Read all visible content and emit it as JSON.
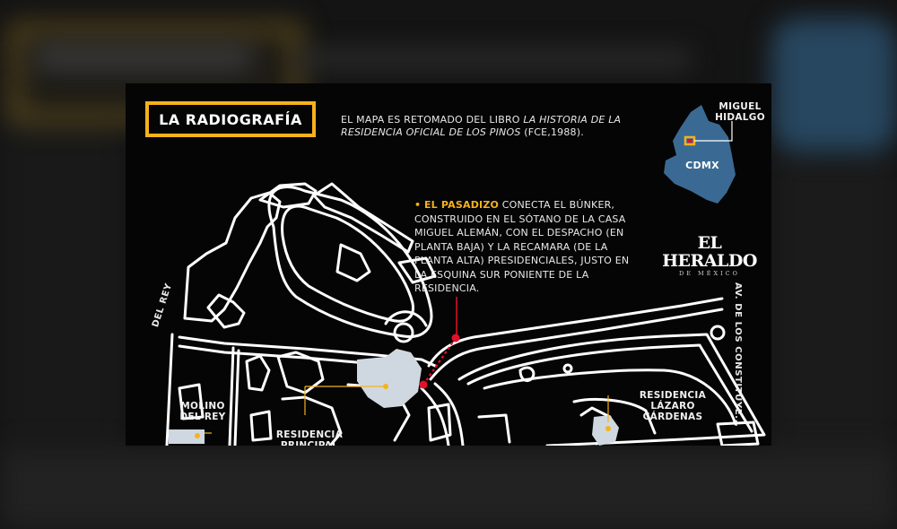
{
  "title": "LA RADIOGRAFÍA",
  "intro": {
    "prefix": "EL MAPA ES RETOMADO DEL LIBRO ",
    "book": "LA HISTORIA DE LA RESIDENCIA OFICIAL DE LOS PINOS",
    "suffix": " (FCE,1988)."
  },
  "note": {
    "bullet": "•",
    "highlight": "EL PASADIZO",
    "text": " CONECTA EL BÚNKER, CONSTRUIDO EN EL SÓTANO DE LA CASA MIGUEL ALEMÁN, CON EL DESPACHO (EN PLANTA BAJA) Y LA RECAMARA (DE LA PLANTA ALTA) PRESIDENCIALES, JUSTO EN LA ESQUINA SUR PONIENTE DE LA RESIDENCIA."
  },
  "inset": {
    "borough": "MIGUEL HIDALGO",
    "city": "CDMX"
  },
  "logo": {
    "main": "EL HERALDO",
    "sub": "DE MÉXICO"
  },
  "places": {
    "molino": "MOLINO DEL REY",
    "residencia": "RESIDENCIA PRINCIPAL",
    "lazaro": "RESIDENCIA LÁZARO CÁRDENAS"
  },
  "streets": {
    "del_rey": "DEL REY",
    "constituyentes": "AV. DE LOS CONSTITUYE..."
  },
  "colors": {
    "accent": "#f5b21c",
    "tunnel": "#e3102b",
    "map_blue": "#3a6a93",
    "building": "#cfd8e0"
  }
}
